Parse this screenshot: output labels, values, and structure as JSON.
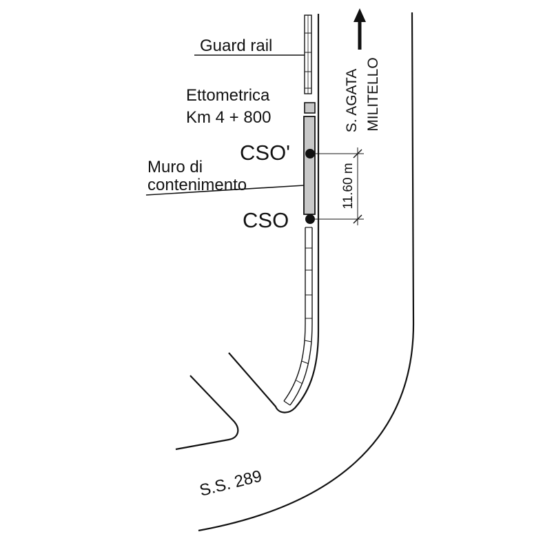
{
  "labels": {
    "guard_rail": "Guard rail",
    "ettometrica_line1": "Ettometrica",
    "ettometrica_line2": "Km 4 + 800",
    "cso_prime": "CSO'",
    "cso": "CSO",
    "muro_line1": "Muro di",
    "muro_line2": "contenimento",
    "distance": "11.60 m",
    "direction_line1": "S. AGATA",
    "direction_line2": "MILITELLO",
    "road": "S.S. 289"
  },
  "colors": {
    "ink": "#111111",
    "wall_fill": "#c8c8c8",
    "background": "#ffffff"
  },
  "icons": {
    "direction": "arrow-up-icon",
    "survey_point": "filled-circle-icon"
  }
}
